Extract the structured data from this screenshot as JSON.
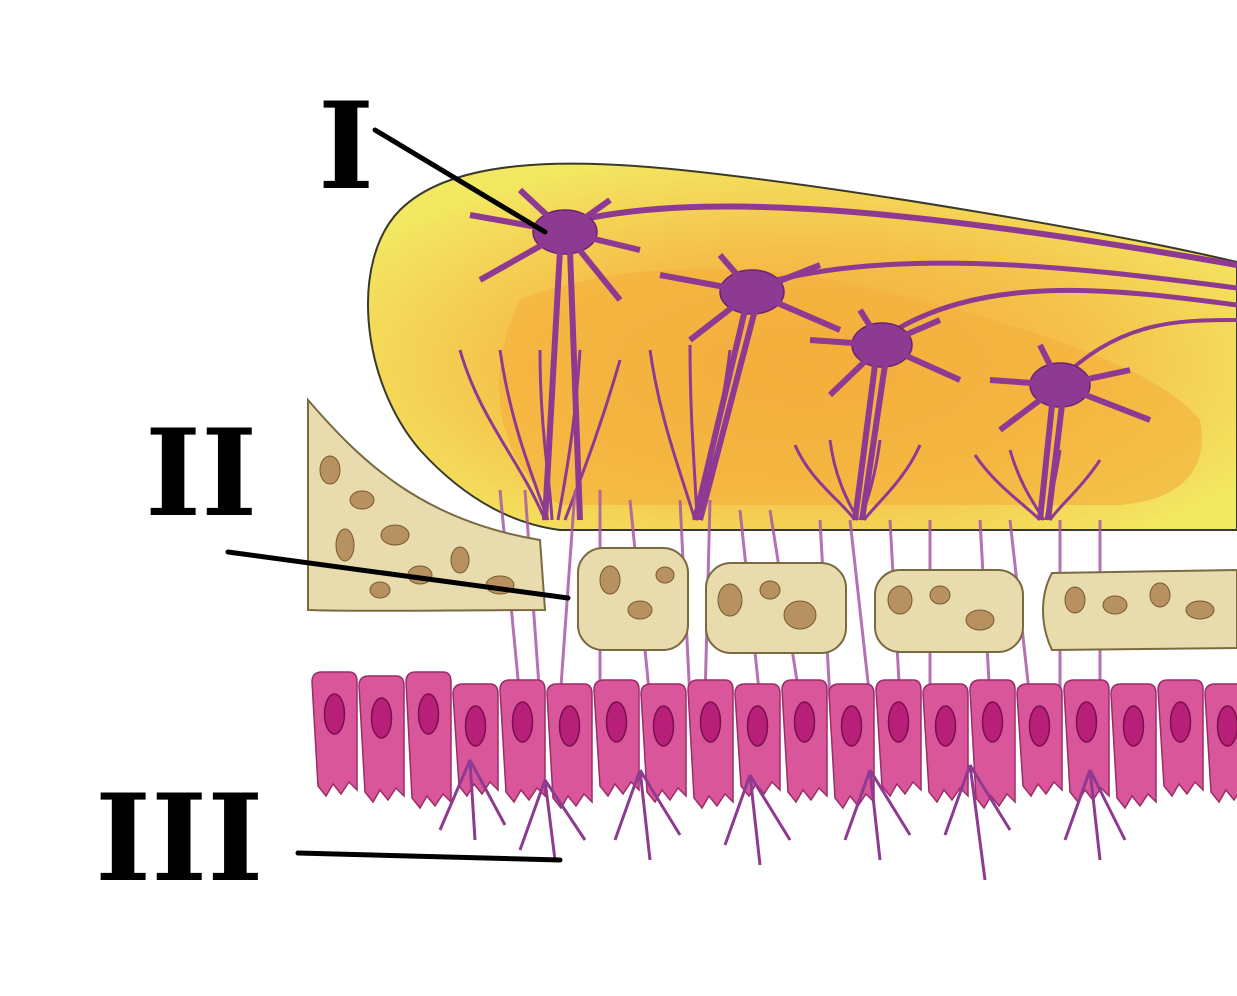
{
  "labels": {
    "one": "I",
    "two": "II",
    "three": "III"
  },
  "colors": {
    "bulb_outer": "#f2e45a",
    "bulb_inner": "#f3b43c",
    "neuron": "#8e3a92",
    "bone": "#e8dcae",
    "bone_holes": "#b7915f",
    "epithelium": "#d9569a",
    "nuclei": "#b81f78",
    "leader_line": "#000000"
  }
}
